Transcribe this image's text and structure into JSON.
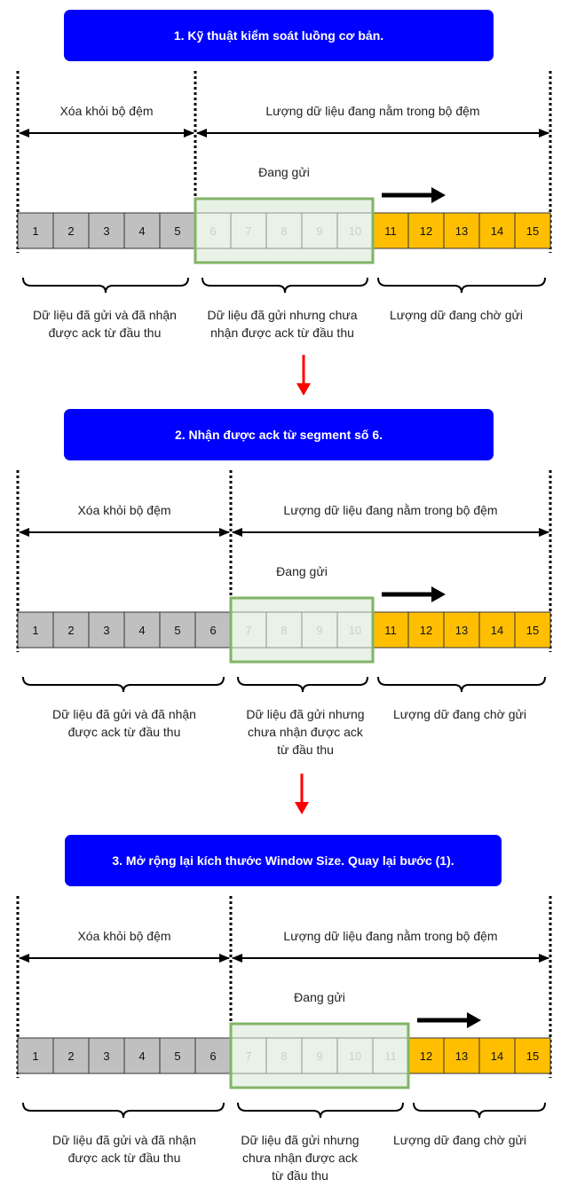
{
  "colors": {
    "title_bg": "#0000ff",
    "title_text": "#ffffff",
    "acked_cell": "#c0c0c0",
    "waiting_cell": "#ffbf00",
    "window_fill": "#d5e8d4",
    "window_border": "#82b366",
    "down_arrow": "#ff0000",
    "line": "#000000"
  },
  "icons": {
    "progress_arrow": "arrow-right-icon",
    "step_arrow": "arrow-down-icon"
  },
  "stages": [
    {
      "title": "1. Kỹ thuật kiểm soát luồng cơ bản.",
      "removed_label": "Xóa khỏi bộ đệm",
      "buffer_label": "Lượng dữ liệu đang nằm trong bộ đệm",
      "sending_label": "Đang gửi",
      "segments": [
        "1",
        "2",
        "3",
        "4",
        "5",
        "6",
        "7",
        "8",
        "9",
        "10",
        "11",
        "12",
        "13",
        "14",
        "15"
      ],
      "acked_count": 5,
      "window_count": 5,
      "groups": [
        {
          "label": [
            "Dữ liệu đã gửi và đã nhận",
            "được ack từ đầu thu"
          ]
        },
        {
          "label": [
            "Dữ liệu đã gửi nhưng chưa",
            "nhận được ack từ đầu thu"
          ]
        },
        {
          "label": [
            "Lượng dữ đang chờ gửi"
          ]
        }
      ]
    },
    {
      "title": "2. Nhận được ack từ segment số 6.",
      "removed_label": "Xóa khỏi bộ đệm",
      "buffer_label": "Lượng dữ liệu đang nằm trong bộ đệm",
      "sending_label": "Đang gửi",
      "segments": [
        "1",
        "2",
        "3",
        "4",
        "5",
        "6",
        "7",
        "8",
        "9",
        "10",
        "11",
        "12",
        "13",
        "14",
        "15"
      ],
      "acked_count": 6,
      "window_count": 4,
      "groups": [
        {
          "label": [
            "Dữ liệu đã gửi và đã nhận",
            "được ack từ đầu thu"
          ]
        },
        {
          "label": [
            "Dữ liệu đã gửi nhưng",
            "chưa nhận được ack",
            "từ đầu thu"
          ]
        },
        {
          "label": [
            "Lượng dữ đang chờ gửi"
          ]
        }
      ]
    },
    {
      "title": "3. Mở rộng lại kích thước Window Size. Quay lại bước (1).",
      "removed_label": "Xóa khỏi bộ đệm",
      "buffer_label": "Lượng dữ liệu đang nằm trong bộ đệm",
      "sending_label": "Đang gửi",
      "segments": [
        "1",
        "2",
        "3",
        "4",
        "5",
        "6",
        "7",
        "8",
        "9",
        "10",
        "11",
        "12",
        "13",
        "14",
        "15"
      ],
      "acked_count": 6,
      "window_count": 5,
      "groups": [
        {
          "label": [
            "Dữ liệu đã gửi và đã nhận",
            "được ack từ đầu thu"
          ]
        },
        {
          "label": [
            "Dữ liệu đã gửi nhưng",
            "chưa nhận được ack",
            "từ đầu thu"
          ]
        },
        {
          "label": [
            "Lượng dữ đang chờ gửi"
          ]
        }
      ]
    }
  ]
}
